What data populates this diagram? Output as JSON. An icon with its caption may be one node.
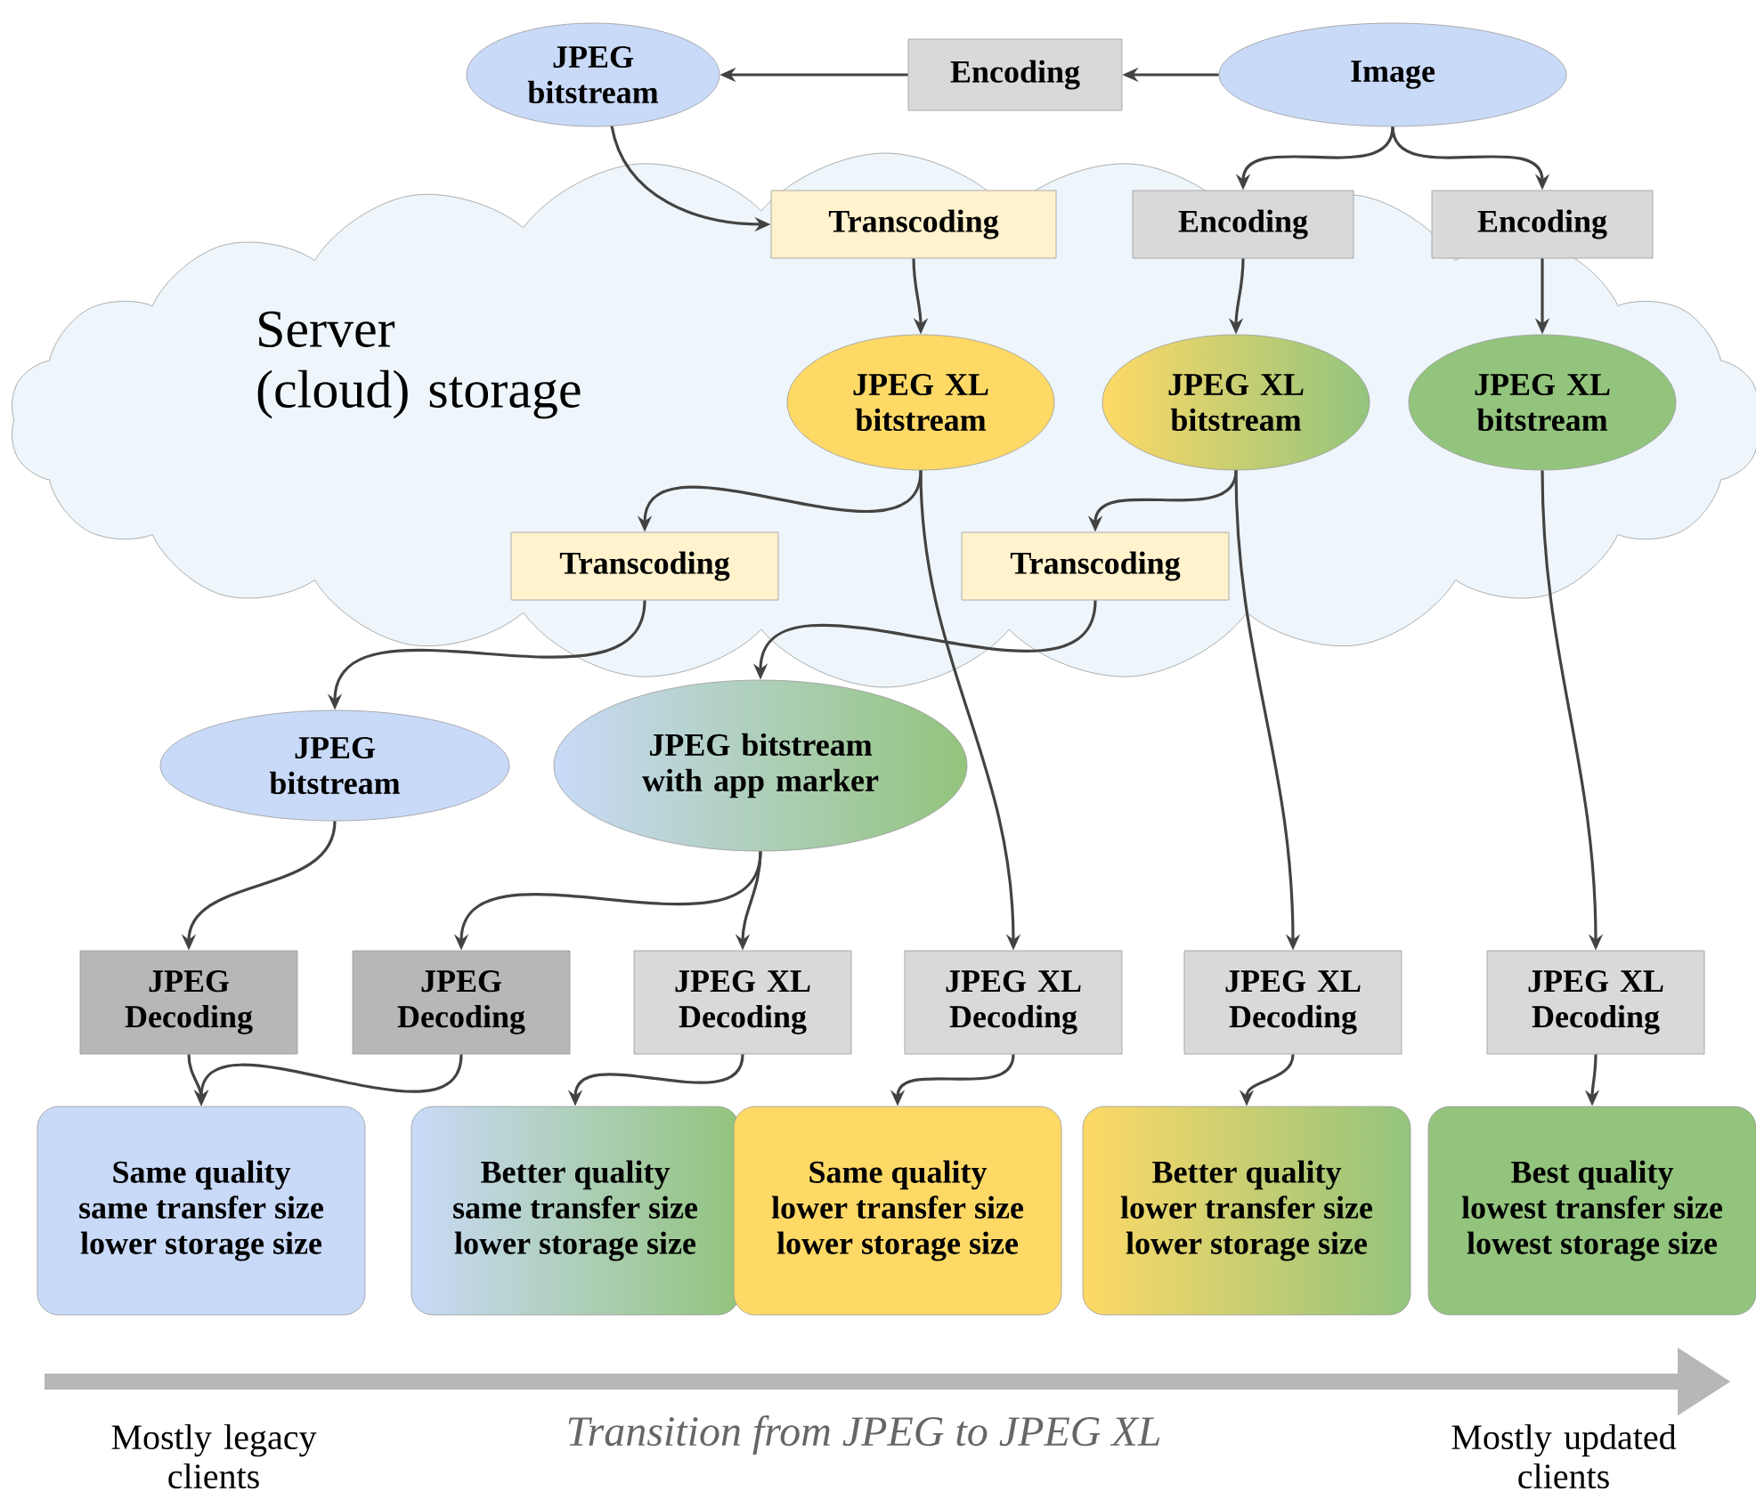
{
  "diagram": {
    "nodes": [
      {
        "text": [
          "JPEG bitstream"
        ]
      },
      {
        "text": [
          "Encoding"
        ]
      },
      {
        "text": [
          "Image"
        ]
      },
      {
        "text": [
          "Server (cloud) storage"
        ]
      },
      {
        "text": [
          "Transcoding"
        ],
        "in": 3
      },
      {
        "text": [
          "Encoding"
        ],
        "in": 3
      },
      {
        "text": [
          "Encoding"
        ],
        "in": 3
      },
      {
        "text": [
          "JPEG XL bitstream"
        ],
        "in": 3
      },
      {
        "text": [
          "JPEG XL bitstream"
        ],
        "in": 3
      },
      {
        "text": [
          "JPEG XL bitstream"
        ],
        "in": 3
      },
      {
        "text": [
          "Transcoding"
        ],
        "in": 3
      },
      {
        "text": [
          "Transcoding"
        ],
        "in": 3
      },
      {
        "text": [
          "JPEG bitstream"
        ]
      },
      {
        "text": [
          "JPEG bitstream with app marker"
        ]
      },
      {
        "text": [
          "JPEG Decoding"
        ]
      },
      {
        "text": [
          "JPEG Decoding"
        ]
      },
      {
        "text": [
          "JPEG XL Decoding"
        ]
      },
      {
        "text": [
          "JPEG XL Decoding"
        ]
      },
      {
        "text": [
          "JPEG XL Decoding"
        ]
      },
      {
        "text": [
          "JPEG XL Decoding"
        ]
      },
      {
        "text": [
          "Same quality",
          "same transfer size",
          "lower storage size"
        ]
      },
      {
        "text": [
          "Better quality",
          "same transfer size",
          "lower storage size"
        ]
      },
      {
        "text": [
          "Same quality",
          "lower transfer size",
          "lower storage size"
        ]
      },
      {
        "text": [
          "Better quality",
          "lower transfer size",
          "lower storage size"
        ]
      },
      {
        "text": [
          "Best quality",
          "lowest transfer size",
          "lowest storage size"
        ]
      }
    ],
    "edges": [
      {
        "from": 2,
        "to": 1,
        "arrow": "to"
      },
      {
        "from": 1,
        "to": 0,
        "arrow": "to"
      },
      {
        "from": 0,
        "to": 4,
        "arrow": "to"
      },
      {
        "from": 2,
        "to": 5,
        "arrow": "to"
      },
      {
        "from": 2,
        "to": 6,
        "arrow": "to"
      },
      {
        "from": 4,
        "to": 7,
        "arrow": "to"
      },
      {
        "from": 5,
        "to": 8,
        "arrow": "to"
      },
      {
        "from": 6,
        "to": 9,
        "arrow": "to"
      },
      {
        "from": 7,
        "to": 10,
        "arrow": "to"
      },
      {
        "from": 8,
        "to": 11,
        "arrow": "to"
      },
      {
        "from": 10,
        "to": 12,
        "arrow": "to"
      },
      {
        "from": 11,
        "to": 13,
        "arrow": "to"
      },
      {
        "from": 7,
        "to": 17,
        "arrow": "to"
      },
      {
        "from": 8,
        "to": 18,
        "arrow": "to"
      },
      {
        "from": 9,
        "to": 19,
        "arrow": "to"
      },
      {
        "from": 12,
        "to": 14,
        "arrow": "to"
      },
      {
        "from": 13,
        "to": 15,
        "arrow": "to"
      },
      {
        "from": 13,
        "to": 16,
        "arrow": "to"
      },
      {
        "from": 14,
        "to": 20,
        "arrow": "to"
      },
      {
        "from": 15,
        "to": 20,
        "arrow": "to"
      },
      {
        "from": 16,
        "to": 21,
        "arrow": "to"
      },
      {
        "from": 17,
        "to": 22,
        "arrow": "to"
      },
      {
        "from": 18,
        "to": 23,
        "arrow": "to"
      },
      {
        "from": 19,
        "to": 24,
        "arrow": "to"
      }
    ],
    "labels": [
      "Mostly legacy clients",
      "Transition from JPEG to JPEG XL",
      "Mostly updated clients"
    ]
  }
}
